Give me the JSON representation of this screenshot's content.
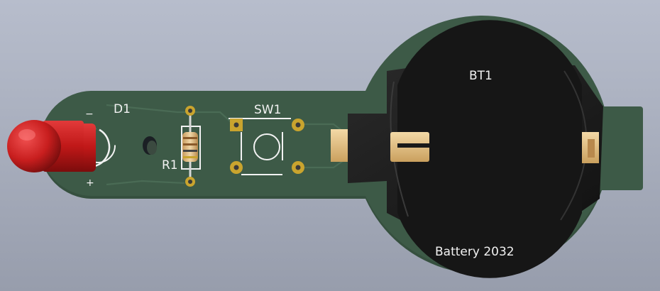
{
  "board": {
    "substrate_color": "#3d5a47",
    "silkscreen_color": "#f2f2f2",
    "pad_color": "#c9a42e"
  },
  "components": {
    "led": {
      "ref": "D1",
      "minus": "−",
      "plus": "+",
      "body_color": "#c81e1e"
    },
    "resistor": {
      "ref": "R1",
      "body_color": "#e0c08c"
    },
    "switch": {
      "ref": "SW1"
    },
    "battery_holder": {
      "ref": "BT1",
      "label": "Battery 2032",
      "holder_color": "#1c1c1c",
      "contact_color": "#e4c189"
    }
  }
}
